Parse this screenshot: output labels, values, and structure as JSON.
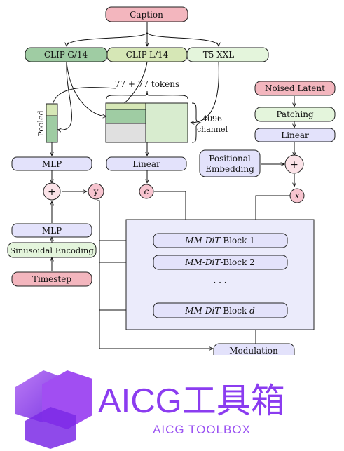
{
  "diagram": {
    "caption": "Caption",
    "clip_g": "CLIP-G/14",
    "clip_l": "CLIP-L/14",
    "t5": "T5 XXL",
    "tokens_label": "77 + 77 tokens",
    "channel_label_1": "4096",
    "channel_label_2": "channel",
    "pooled_label": "Pooled",
    "noised_latent": "Noised Latent",
    "patching": "Patching",
    "linear_right": "Linear",
    "positional_embedding_1": "Positional",
    "positional_embedding_2": "Embedding",
    "mlp_top": "MLP",
    "linear_mid": "Linear",
    "plus_sign": "+",
    "y_symbol": "y",
    "c_symbol": "c",
    "x_symbol": "x",
    "mlp_bottom": "MLP",
    "sinusoidal_encoding": "Sinusoidal Encoding",
    "timestep": "Timestep",
    "block1_italic": "MM-DiT",
    "block1_rest": "-Block 1",
    "block2_italic": "MM-DiT",
    "block2_rest": "-Block 2",
    "ellipsis": "· · ·",
    "blockd_italic": "MM-DiT",
    "blockd_rest": "-Block ",
    "blockd_var": "d",
    "modulation": "Modulation"
  },
  "watermark": {
    "title": "AICG工具箱",
    "subtitle": "AICG TOOLBOX"
  },
  "colors": {
    "red_fill": "#f3b6be",
    "green_dark": "#9fcca3",
    "green_light": "#d6e7b6",
    "green_pale": "#e4f5dc",
    "purple_fill": "#e3e2fb",
    "purple_bg": "#ebebfb",
    "pink_circle": "#f7c4cf",
    "logo_purple": "#8b3cf0"
  }
}
